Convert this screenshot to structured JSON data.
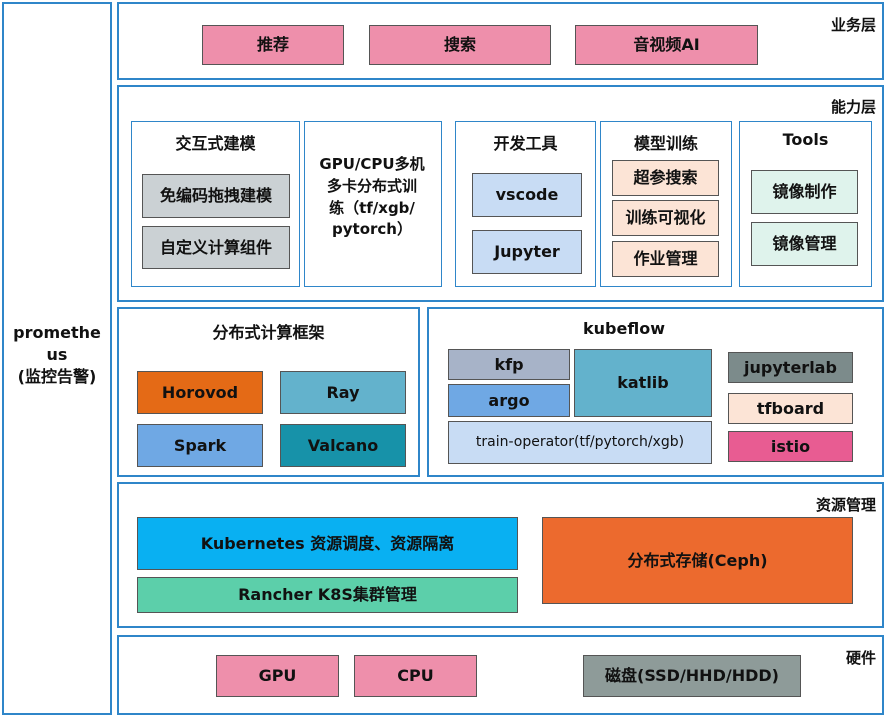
{
  "monitor": {
    "label_line1": "promethe",
    "label_line2": "us",
    "label_line3": "(监控告警)"
  },
  "business": {
    "label": "业务层",
    "items": [
      "推荐",
      "搜索",
      "音视频AI"
    ]
  },
  "capability": {
    "label": "能力层",
    "interactive": {
      "title": "交互式建模",
      "items": [
        "免编码拖拽建模",
        "自定义计算组件"
      ]
    },
    "gpu": {
      "line1": "GPU/CPU多机",
      "line2": "多卡分布式训",
      "line3": "练（tf/xgb/",
      "line4": "pytorch）"
    },
    "devtools": {
      "title": "开发工具",
      "items": [
        "vscode",
        "Jupyter"
      ]
    },
    "training": {
      "title": "模型训练",
      "items": [
        "超参搜索",
        "训练可视化",
        "作业管理"
      ]
    },
    "tools": {
      "title": "Tools",
      "items": [
        "镜像制作",
        "镜像管理"
      ]
    }
  },
  "distributed": {
    "title": "分布式计算框架",
    "items": [
      "Horovod",
      "Ray",
      "Spark",
      "Valcano"
    ]
  },
  "kubeflow": {
    "title": "kubeflow",
    "kfp": "kfp",
    "argo": "argo",
    "katlib": "katlib",
    "train_operator": "train-operator(tf/pytorch/xgb)",
    "jupyterlab": "jupyterlab",
    "tfboard": "tfboard",
    "istio": "istio"
  },
  "resource": {
    "label": "资源管理",
    "k8s": "Kubernetes 资源调度、资源隔离",
    "rancher": "Rancher K8S集群管理",
    "ceph": "分布式存储(Ceph)"
  },
  "hardware": {
    "label": "硬件",
    "items": [
      "GPU",
      "CPU",
      "磁盘(SSD/HHD/HDD)"
    ]
  },
  "colors": {
    "frame": "#2f86c9",
    "pink": "#ee8fab",
    "gray": "#cbd1d4",
    "lightblue": "#c8dcf4",
    "peach": "#fce4d6",
    "mint": "#dff3ec",
    "orange": "#e46a16",
    "teal": "#63b2cc",
    "blue": "#6fa8e4",
    "darkteal": "#1792a9",
    "slate": "#a7b3c8",
    "darkgray": "#7c8b8b",
    "hotpink": "#e85c92",
    "k8sblue": "#09b0f2",
    "green": "#5ccfaa",
    "ceph": "#ec6a2e",
    "disk": "#8e9b99"
  }
}
